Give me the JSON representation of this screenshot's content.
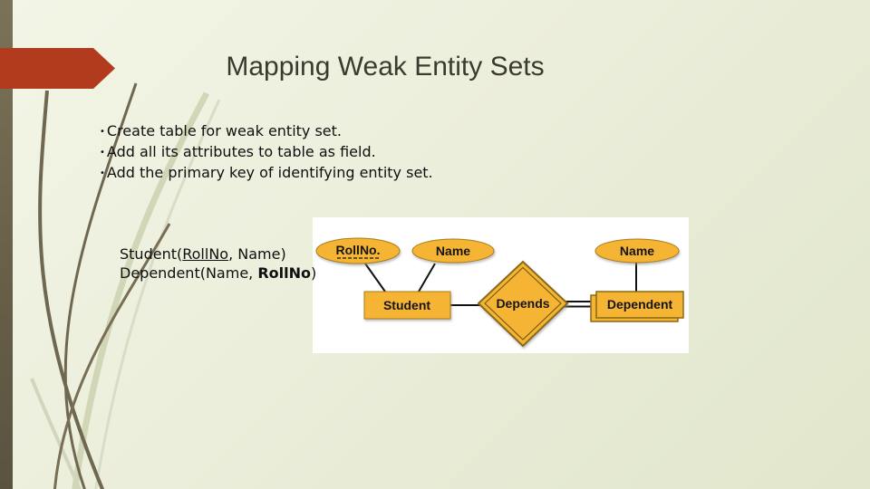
{
  "slide": {
    "title": "Mapping Weak Entity Sets",
    "bullets": {
      "marker": "•",
      "items": [
        "Create table for weak entity set.",
        "Add all its attributes to table as field.",
        "Add the primary key of identifying entity set."
      ]
    },
    "schema": {
      "line1": {
        "prefix": "Student(",
        "key": "RollNo",
        "suffix": ", Name)"
      },
      "line2": {
        "prefix": "Dependent(Name, ",
        "key": "RollNo",
        "suffix": ")"
      }
    }
  },
  "diagram": {
    "student": {
      "label": "Student"
    },
    "dependent": {
      "label": "Dependent",
      "weak": true
    },
    "depends": {
      "label": "Depends",
      "identifying": true
    },
    "attributes": {
      "student_rollno": {
        "label": "RollNo.",
        "partial_key": true
      },
      "student_name": {
        "label": "Name"
      },
      "dependent_name": {
        "label": "Name"
      }
    }
  },
  "theme": {
    "background_top": "#f3f5e6",
    "background_bottom": "#e1e6cc",
    "left_bar": "#6b6450",
    "arrow_red": "#b23b1e",
    "title_color": "#3a3a2e",
    "grass_dark": "#6f6750",
    "grass_light": "#cbd0b0",
    "shape_fill": "#f6b434",
    "shape_stroke": "#a87b17",
    "connector": "#111111",
    "diagram_background": "#ffffff"
  }
}
